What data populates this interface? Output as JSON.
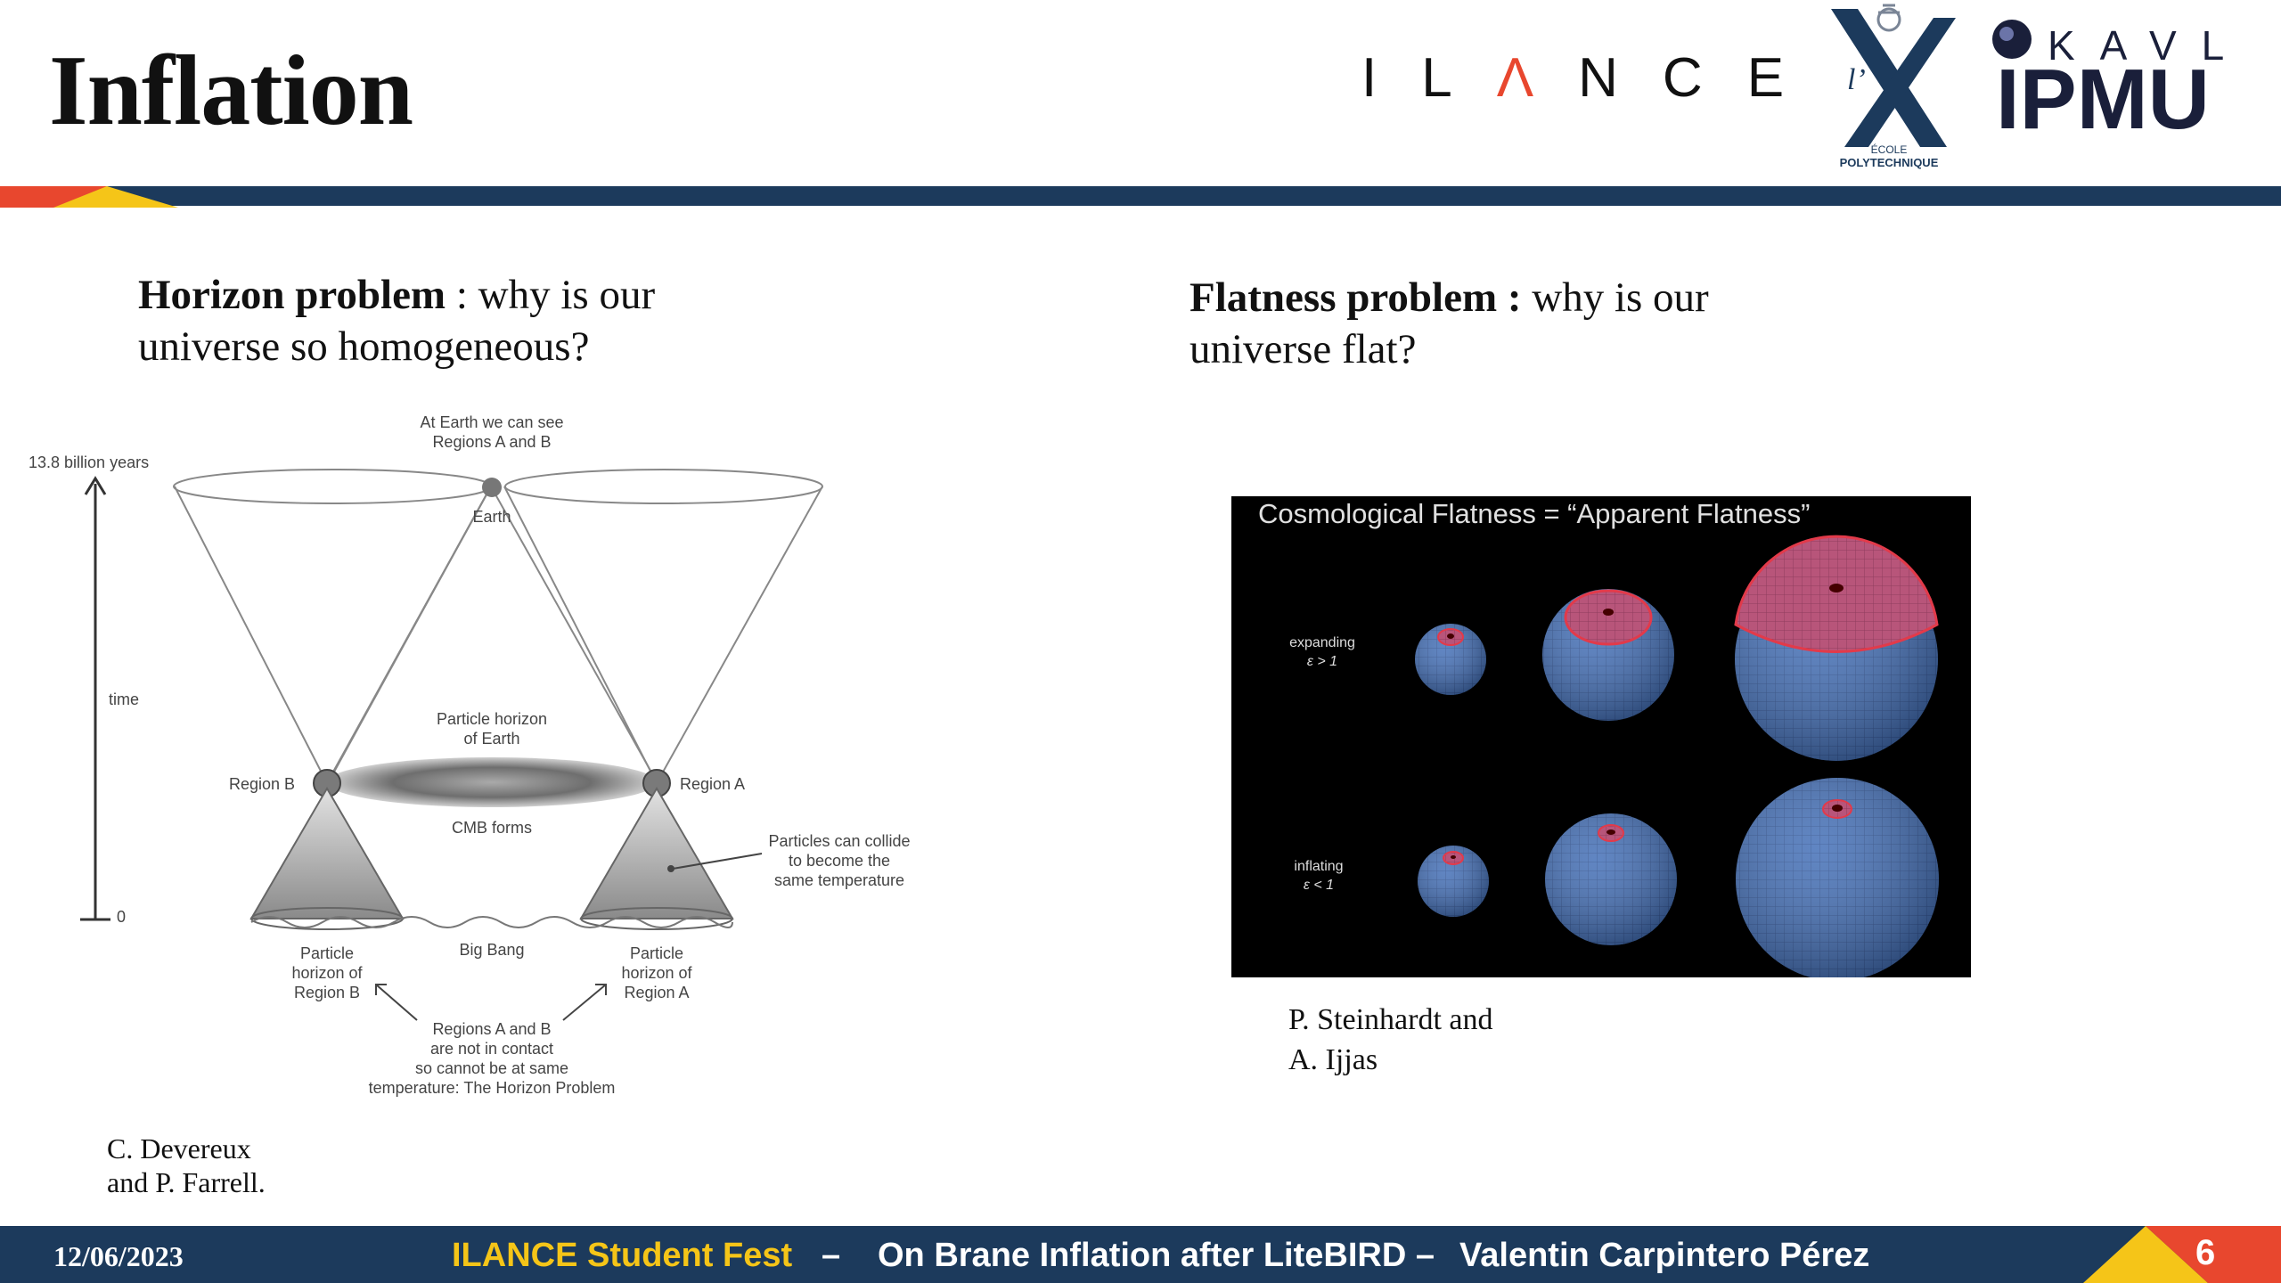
{
  "slide": {
    "title": "Inflation",
    "logos": {
      "ilance": [
        "I",
        "L",
        "Λ",
        "N",
        "C",
        "E"
      ],
      "polytechnique_l": "l’",
      "polytechnique_line1": "ÉCOLE",
      "polytechnique_line2": "POLYTECHNIQUE",
      "kavli": "KAVLI",
      "ipmu": "IPMU"
    },
    "horizon": {
      "heading": "Horizon problem",
      "text_line1": " : why is our",
      "text_line2": "universe so homogeneous?",
      "credit_line1": "C. Devereux",
      "credit_line2": "and P. Farrell."
    },
    "horizon_diagram": {
      "earth_note_1": "At Earth we can see",
      "earth_note_2": "Regions A and B",
      "age": "13.8 billion years",
      "earth": "Earth",
      "time": "time",
      "zero": "0",
      "particle_horizon_earth_1": "Particle horizon",
      "particle_horizon_earth_2": "of Earth",
      "region_b": "Region B",
      "region_a": "Region A",
      "cmb": "CMB forms",
      "collide_1": "Particles can collide",
      "collide_2": "to become the",
      "collide_3": "same temperature",
      "big_bang": "Big Bang",
      "ph_b_1": "Particle",
      "ph_b_2": "horizon of",
      "ph_b_3": "Region B",
      "ph_a_1": "Particle",
      "ph_a_2": "horizon of",
      "ph_a_3": "Region A",
      "contact_1": "Regions A and B",
      "contact_2": "are not in contact",
      "contact_3": "so cannot be at same",
      "contact_4": "temperature: The Horizon Problem"
    },
    "flatness": {
      "heading": "Flatness problem :",
      "text_line1": " why is our",
      "text_line2": "universe flat?",
      "credit_line1": "P. Steinhardt and",
      "credit_line2": "A. Ijjas"
    },
    "flatness_image": {
      "title": "Cosmological Flatness  =  “Apparent Flatness”",
      "row1_label_1": "expanding",
      "row1_label_2": "ε > 1",
      "row2_label_1": "inflating",
      "row2_label_2": "ε < 1"
    },
    "footer": {
      "date": "12/06/2023",
      "event": "ILANCE Student Fest",
      "dash": "–",
      "talk": "On Brane Inflation after LiteBIRD –",
      "author": "Valentin Carpintero Pérez",
      "page": "6"
    }
  },
  "colors": {
    "navy": "#1c3a5c",
    "accent_yellow": "#f5c518",
    "accent_orange": "#e8472e",
    "sphere_blue": "#3e68b0",
    "cap_red": "#c23b4a"
  }
}
